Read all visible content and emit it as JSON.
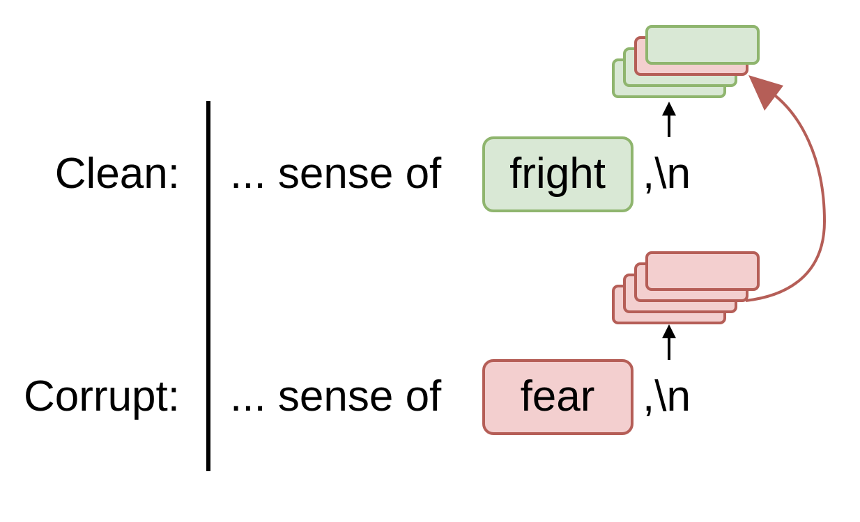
{
  "rows": {
    "clean": {
      "label": "Clean:",
      "prefix": "... sense of",
      "token": "fright",
      "suffix": ",\\n"
    },
    "corrupt": {
      "label": "Corrupt:",
      "prefix": "... sense of",
      "token": "fear",
      "suffix": ",\\n"
    }
  },
  "colors": {
    "green_fill": "#d9e8d5",
    "green_stroke": "#8fb56e",
    "red_fill": "#f3cfcf",
    "red_stroke": "#b55e57",
    "divider": "#000000",
    "arrow_black": "#000000",
    "arrow_patch": "#b55e57"
  },
  "diagram": {
    "clean_stack_layers": [
      "green",
      "green",
      "red",
      "green"
    ],
    "corrupt_stack_layers": [
      "red",
      "red",
      "red",
      "red"
    ],
    "patch_arrow": "corrupt-to-clean"
  }
}
